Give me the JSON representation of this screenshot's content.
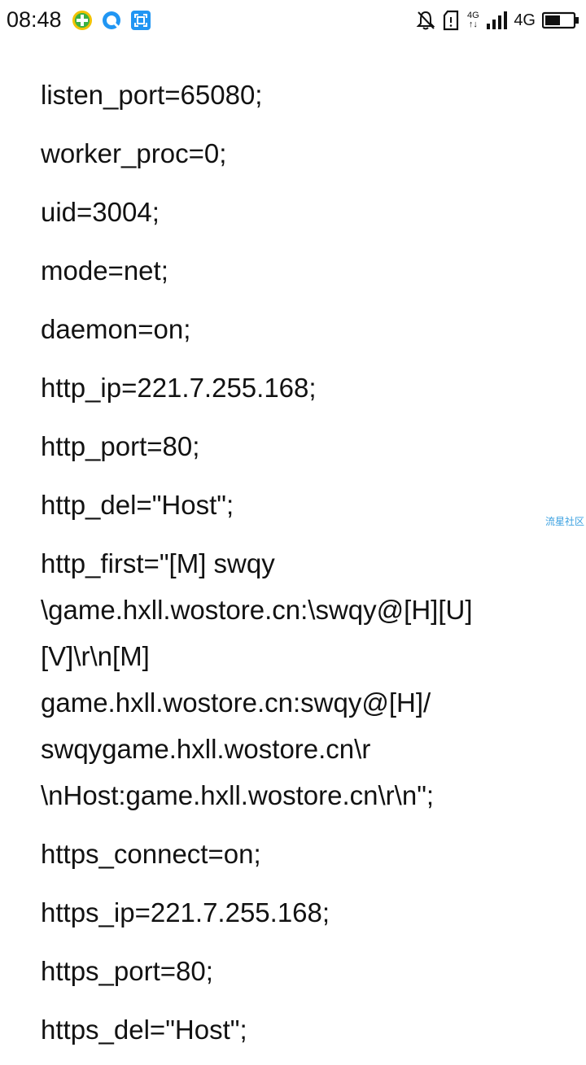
{
  "status_bar": {
    "time": "08:48",
    "icons": [
      "plus-circle-app-icon",
      "browser-app-icon",
      "screenshot-app-icon"
    ],
    "net_small_top": "4G",
    "net_small_bottom": "↑↓",
    "net_type": "4G",
    "accent_yellow": "#f2c300",
    "accent_green": "#3cb043",
    "accent_blue": "#2196f3"
  },
  "config_lines": [
    "listen_port=65080;",
    "worker_proc=0;",
    "uid=3004;",
    "mode=net;",
    "daemon=on;",
    "http_ip=221.7.255.168;",
    "http_port=80;",
    "http_del=\"Host\";"
  ],
  "http_first_lines": [
    "http_first=\"[M] swqy",
    "\\game.hxll.wostore.cn:\\swqy@[H][U]",
    "[V]\\r\\n[M]",
    "game.hxll.wostore.cn:swqy@[H]/",
    "swqygame.hxll.wostore.cn\\r",
    "\\nHost:game.hxll.wostore.cn\\r\\n\";"
  ],
  "config_lines_after": [
    "https_connect=on;",
    "https_ip=221.7.255.168;",
    "https_port=80;",
    "https_del=\"Host\";"
  ],
  "watermark": "流星社区"
}
